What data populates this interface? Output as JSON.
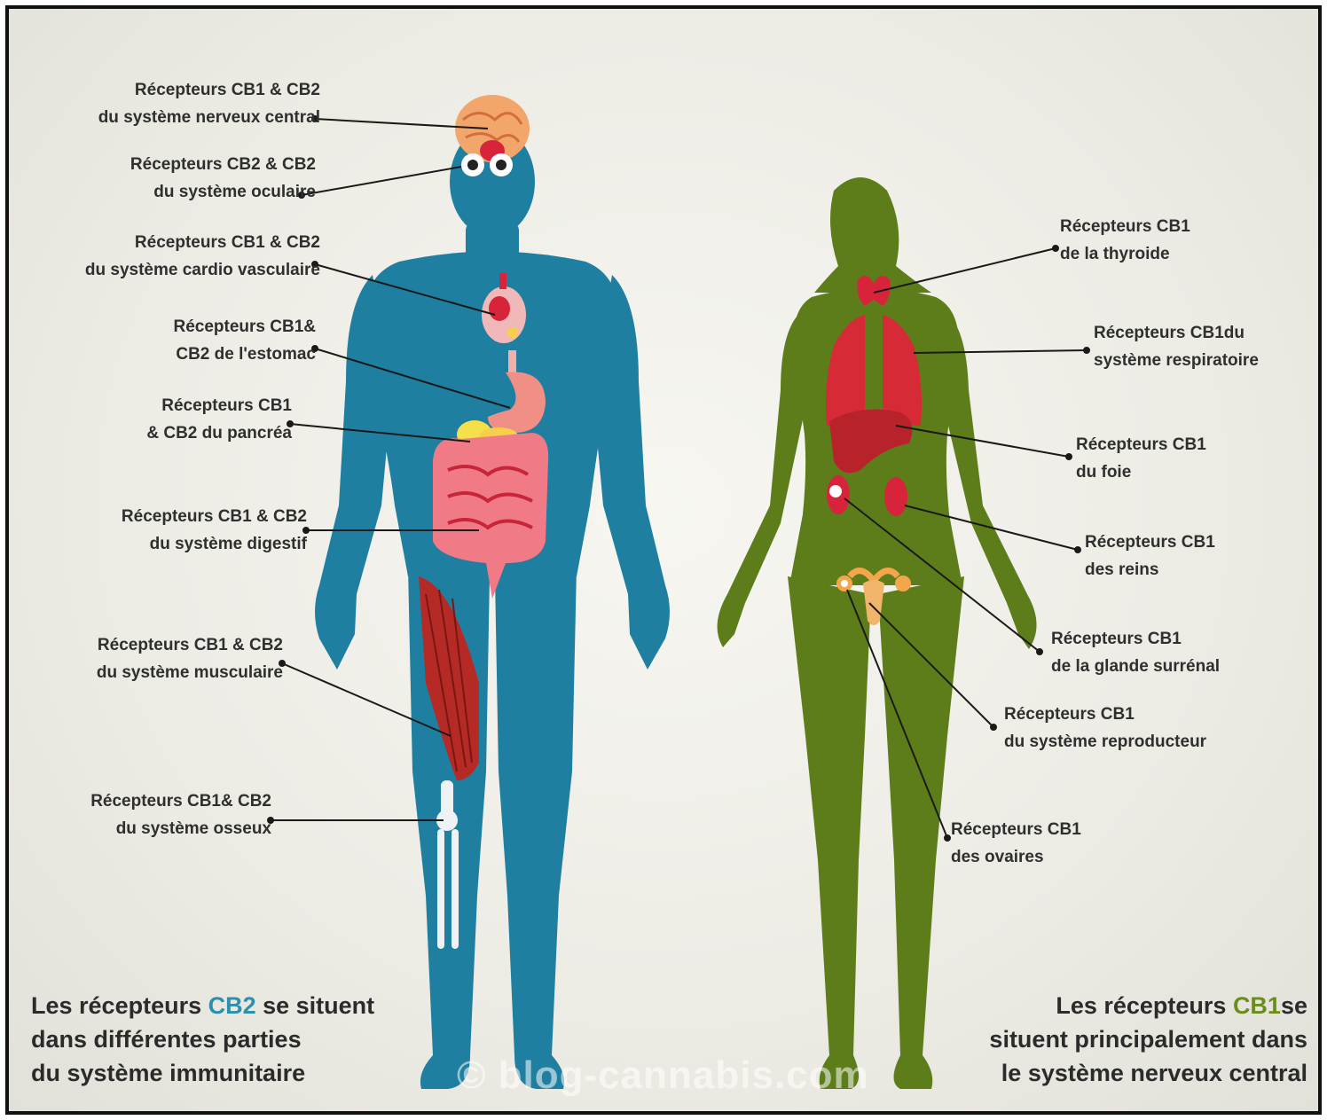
{
  "male_labels": {
    "nerveux_central": [
      "Récepteurs CB1 & CB2",
      "du système nerveux central"
    ],
    "oculaire": [
      "Récepteurs CB2 & CB2",
      "du système oculaire"
    ],
    "cardio": [
      "Récepteurs CB1 & CB2",
      "du système cardio vasculaire"
    ],
    "estomac": [
      "Récepteurs CB1&",
      "CB2 de l'estomac"
    ],
    "pancreas": [
      "Récepteurs CB1",
      "& CB2 du pancréa"
    ],
    "digestif": [
      "Récepteurs CB1 & CB2",
      "du système digestif"
    ],
    "musculaire": [
      "Récepteurs CB1 & CB2",
      "du système musculaire"
    ],
    "osseux": [
      "Récepteurs CB1& CB2",
      "du système osseux"
    ]
  },
  "female_labels": {
    "thyroide": [
      "Récepteurs CB1",
      "de la thyroide"
    ],
    "respiratoire": [
      "Récepteurs CB1du",
      "système respiratoire"
    ],
    "foie": [
      "Récepteurs CB1",
      "du foie"
    ],
    "reins": [
      "Récepteurs CB1",
      "des reins"
    ],
    "surrenal": [
      "Récepteurs CB1",
      "de la glande surrénal"
    ],
    "reproducteur": [
      "Récepteurs CB1",
      "du système reproducteur"
    ],
    "ovaires": [
      "Récepteurs CB1",
      "des ovaires"
    ]
  },
  "captions": {
    "left": {
      "line1_pre": "Les récepteurs ",
      "line1_hl": "CB2",
      "line1_post": " se situent",
      "line2": "dans différentes parties",
      "line3": "du système immunitaire"
    },
    "right": {
      "line1_pre": "Les récepteurs ",
      "line1_hl": "CB1",
      "line1_post": "se",
      "line2": "situent principalement dans",
      "line3": "le système nerveux central"
    }
  },
  "watermark": "© blog-cannabis.com",
  "colors": {
    "male_body": "#1f7fa0",
    "female_body": "#5c7d1a",
    "cb2_highlight": "#2b8fae",
    "cb1_highlight": "#6a8d1c",
    "organ_red": "#d8243a"
  }
}
